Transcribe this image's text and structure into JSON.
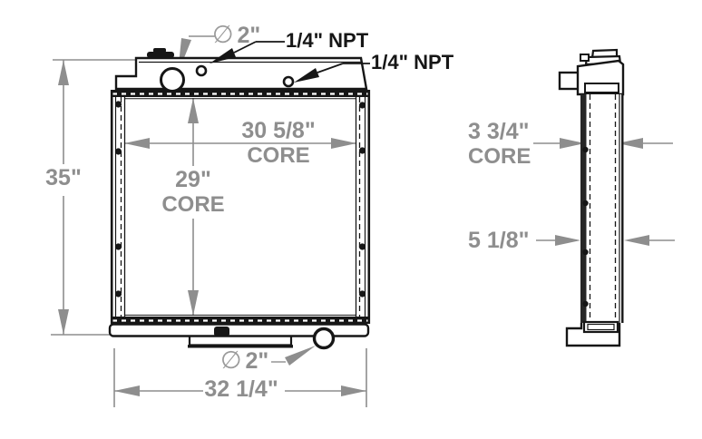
{
  "drawing": {
    "title": "Radiator dimensional drawing - front and side views",
    "views": {
      "front": {
        "callouts": {
          "filler_neck": {
            "symbol": "∅",
            "value": "2\""
          },
          "npt_top": "1/4\" NPT",
          "npt_right": "1/4\" NPT",
          "outlet": {
            "symbol": "∅",
            "value": "2\""
          }
        },
        "dimensions": {
          "overall_height": "35\"",
          "core_height": {
            "value": "29\"",
            "label": "CORE"
          },
          "core_width": {
            "value": "30 5/8\"",
            "label": "CORE"
          },
          "overall_width": "32 1/4\""
        }
      },
      "side": {
        "dimensions": {
          "core_depth": {
            "value": "3 3/4\"",
            "label": "CORE"
          },
          "overall_depth": "5 1/8\""
        }
      }
    },
    "colors": {
      "line": "#161616",
      "dimension": "#8e8e8e",
      "background": "#ffffff"
    }
  }
}
